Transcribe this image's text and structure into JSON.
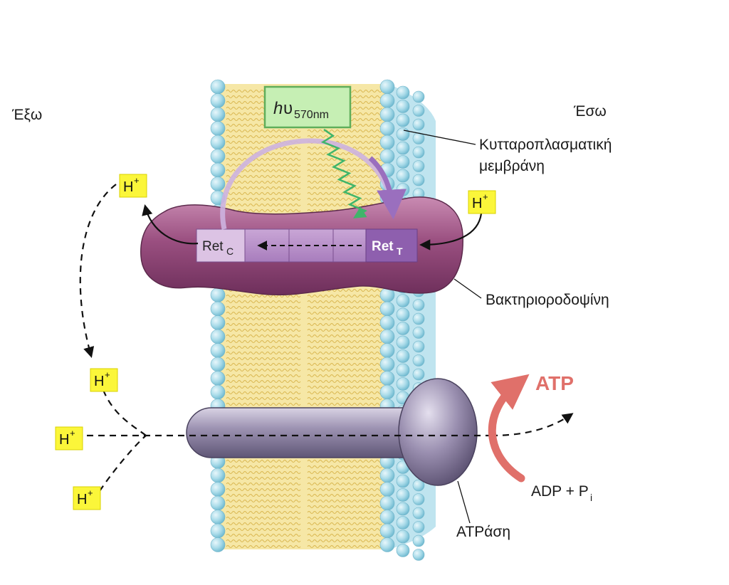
{
  "labels": {
    "outside": "Έξω",
    "inside": "Έσω",
    "membrane_line1": "Κυτταροπλασματική",
    "membrane_line2": "μεμβράνη",
    "bacteriorhodopsin": "Βακτηριοροδοψίνη",
    "atpase": "ΑΤΡάση",
    "atp": "ATP",
    "adp_main": "ADP + P",
    "adp_sub": "i"
  },
  "light": {
    "h": "h",
    "nu": "υ",
    "sub": "570nm"
  },
  "retinal": {
    "c_main": "Ret",
    "c_sub": "C",
    "t_main": "Ret",
    "t_sub": "T"
  },
  "protons": {
    "main": "H",
    "sup": "+"
  },
  "colors": {
    "lipid_head": "#a9dbe9",
    "lipid_tail": "#f6e7a6",
    "bacteriorhodopsin": "#9a4f80",
    "atpase": "#8a7f9e",
    "proton_box": "#fbf63a",
    "light_box": "#c6efb4",
    "atp_arrow": "#e0706a"
  }
}
